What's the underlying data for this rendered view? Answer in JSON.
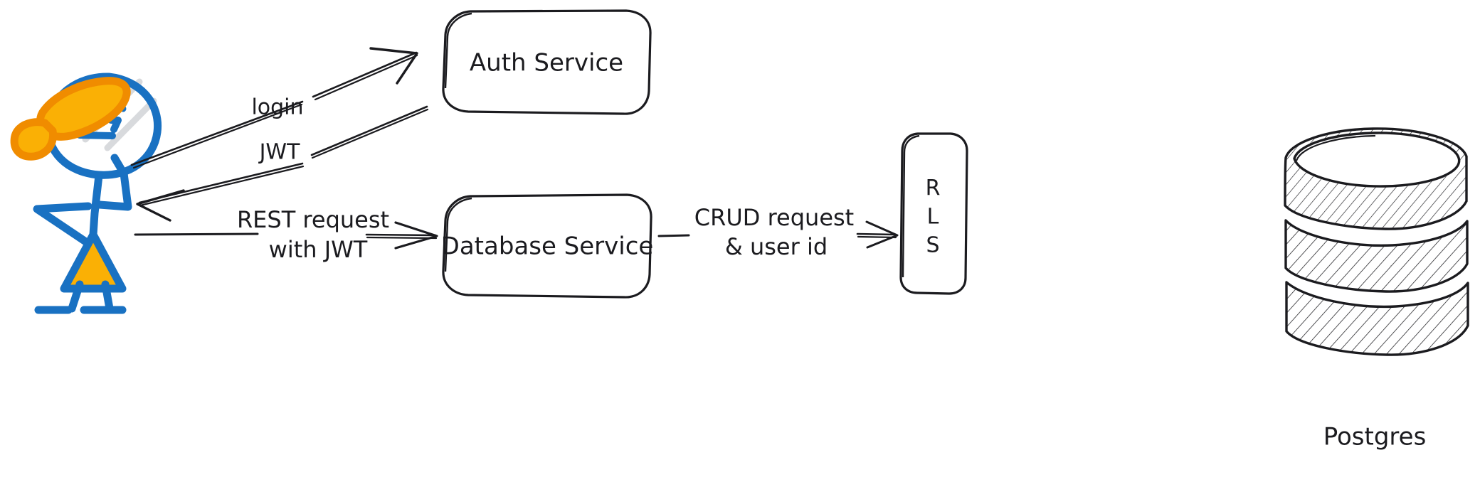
{
  "diagram": {
    "title": "Auth and database service architecture",
    "style": "hand-drawn-sketch",
    "background_color": "#ffffff",
    "stroke_color": "#1b1b1f",
    "actor": {
      "name": "user-stick-figure",
      "body_color": "#1971c2",
      "hat_outline_color": "#f08c00",
      "hat_fill_color": "#fab005",
      "skirt_fill_color": "#fab005"
    },
    "nodes": [
      {
        "id": "auth-service",
        "label": "Auth Service",
        "shape": "rounded-rectangle"
      },
      {
        "id": "database-service",
        "label": "Database Service",
        "shape": "rounded-rectangle"
      },
      {
        "id": "rls",
        "label": "RLS",
        "label_letters": [
          "R",
          "L",
          "S"
        ],
        "shape": "tall-rounded-rectangle",
        "orientation": "vertical-stacked-letters"
      },
      {
        "id": "postgres",
        "label": "Postgres",
        "shape": "database-cylinder",
        "disc_count": 3,
        "fill": "diagonal-hatching"
      }
    ],
    "edges": [
      {
        "id": "login-edge",
        "label": "login",
        "from": "user-stick-figure",
        "to": "auth-service",
        "direction": "up-right",
        "arrowhead": "end"
      },
      {
        "id": "jwt-edge",
        "label": "JWT",
        "from": "auth-service",
        "to": "user-stick-figure",
        "direction": "down-left",
        "arrowhead": "end"
      },
      {
        "id": "rest-edge",
        "label_line1": "REST request",
        "label_line2": "with JWT",
        "from": "user-stick-figure",
        "to": "database-service",
        "direction": "right",
        "arrowhead": "end"
      },
      {
        "id": "crud-edge",
        "label_line1": "CRUD request",
        "label_line2": "& user id",
        "from": "database-service",
        "to": "rls",
        "direction": "right",
        "arrowhead": "end"
      }
    ]
  }
}
